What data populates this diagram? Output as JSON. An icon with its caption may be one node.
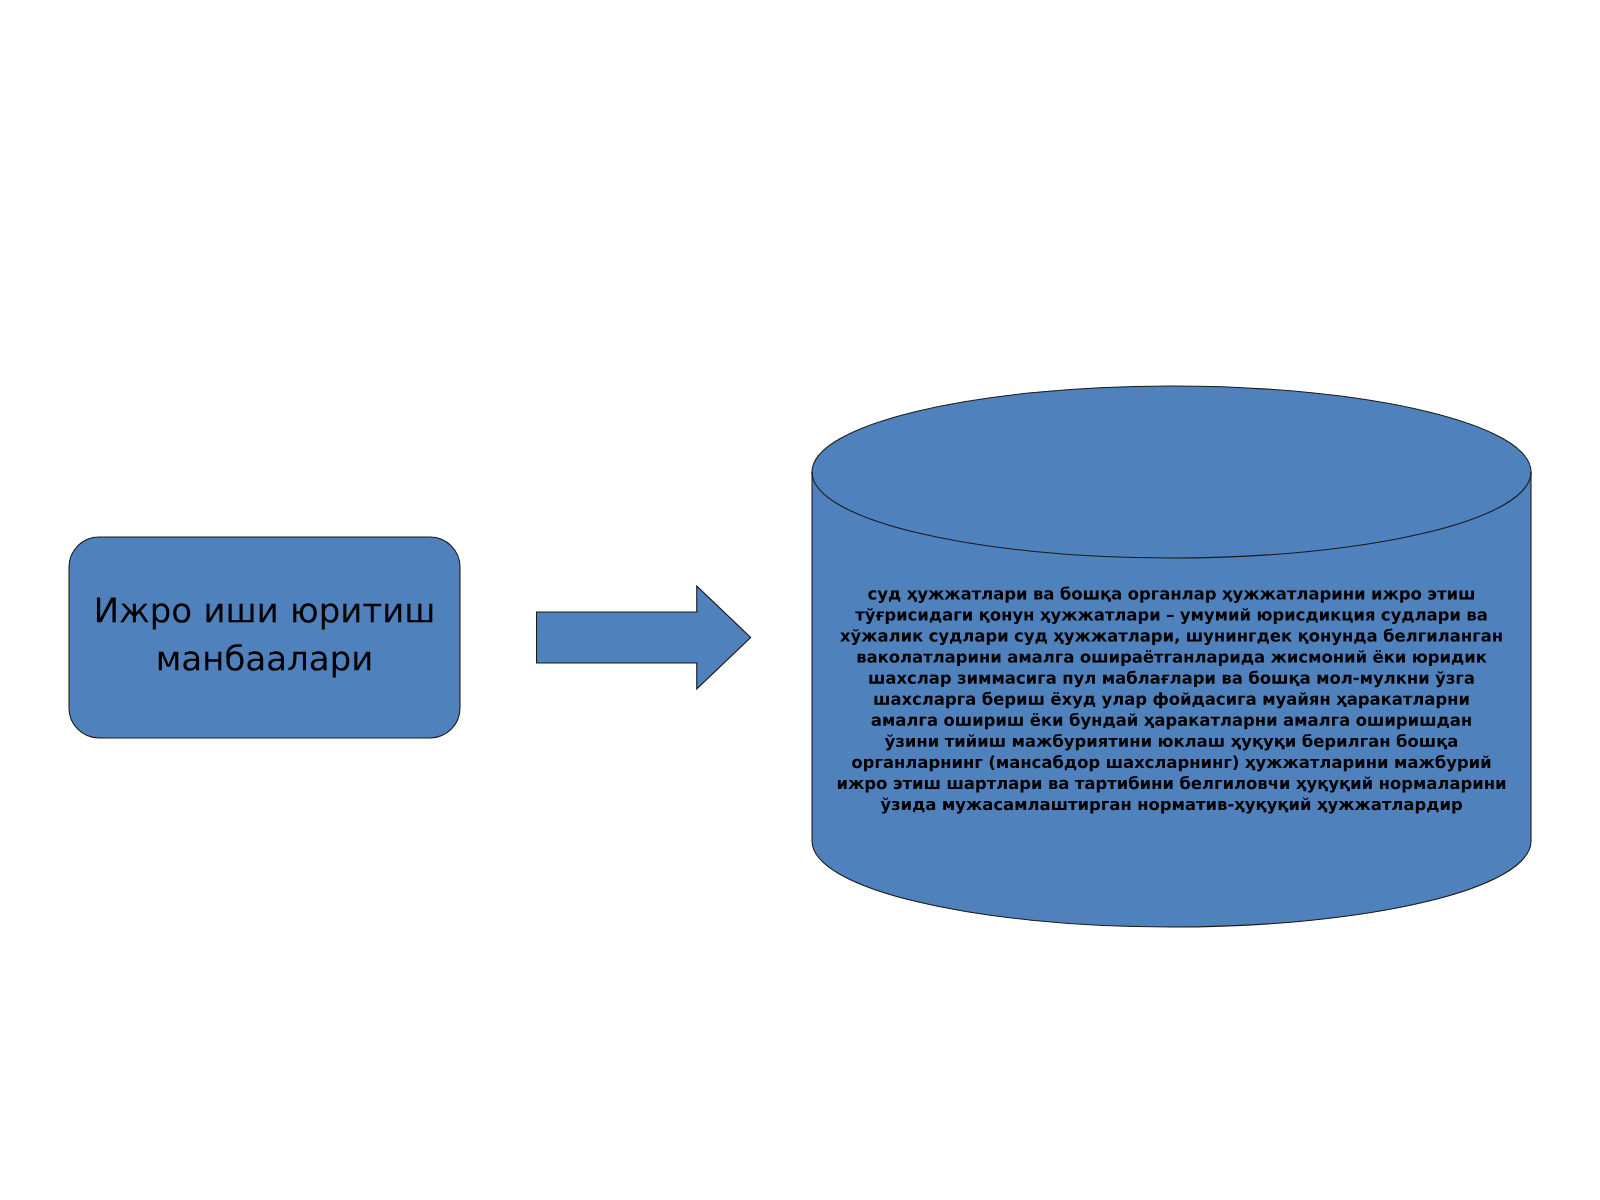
{
  "diagram": {
    "nodes": [
      {
        "text": [
          "Ижро иши юритиш манбаалари"
        ]
      },
      {
        "text": [
          "суд ҳужжатлари ва бошқа органлар ҳужжатларини ижро этиш тўғрисидаги қонун ҳужжатлари – умумий юрисдикция судлари ва хўжалик судлари суд ҳужжатлари, шунингдек қонунда белгиланган ваколатларини амалга ошираётганларида жисмоний ёки юридик шахслар зиммасига пул маблағлари ва бошқа мол-мулкни ўзга шахсларга бериш ёхуд улар фойдасига муайян ҳаракатларни амалга ошириш ёки бундай ҳаракатларни амалга оширишдан ўзини тийиш мажбуриятини юклаш ҳуқуқи берилган бошқа органларнинг (мансабдор шахсларнинг) ҳужжатларини мажбурий ижро этиш шартлари ва тартибини белгиловчи ҳуқуқий нормаларини ўзида мужасамлаштирган норматив-ҳуқуқий ҳужжатлардир"
        ]
      }
    ],
    "edges": [
      {
        "from": 0,
        "to": 1,
        "arrow": "to"
      }
    ]
  }
}
